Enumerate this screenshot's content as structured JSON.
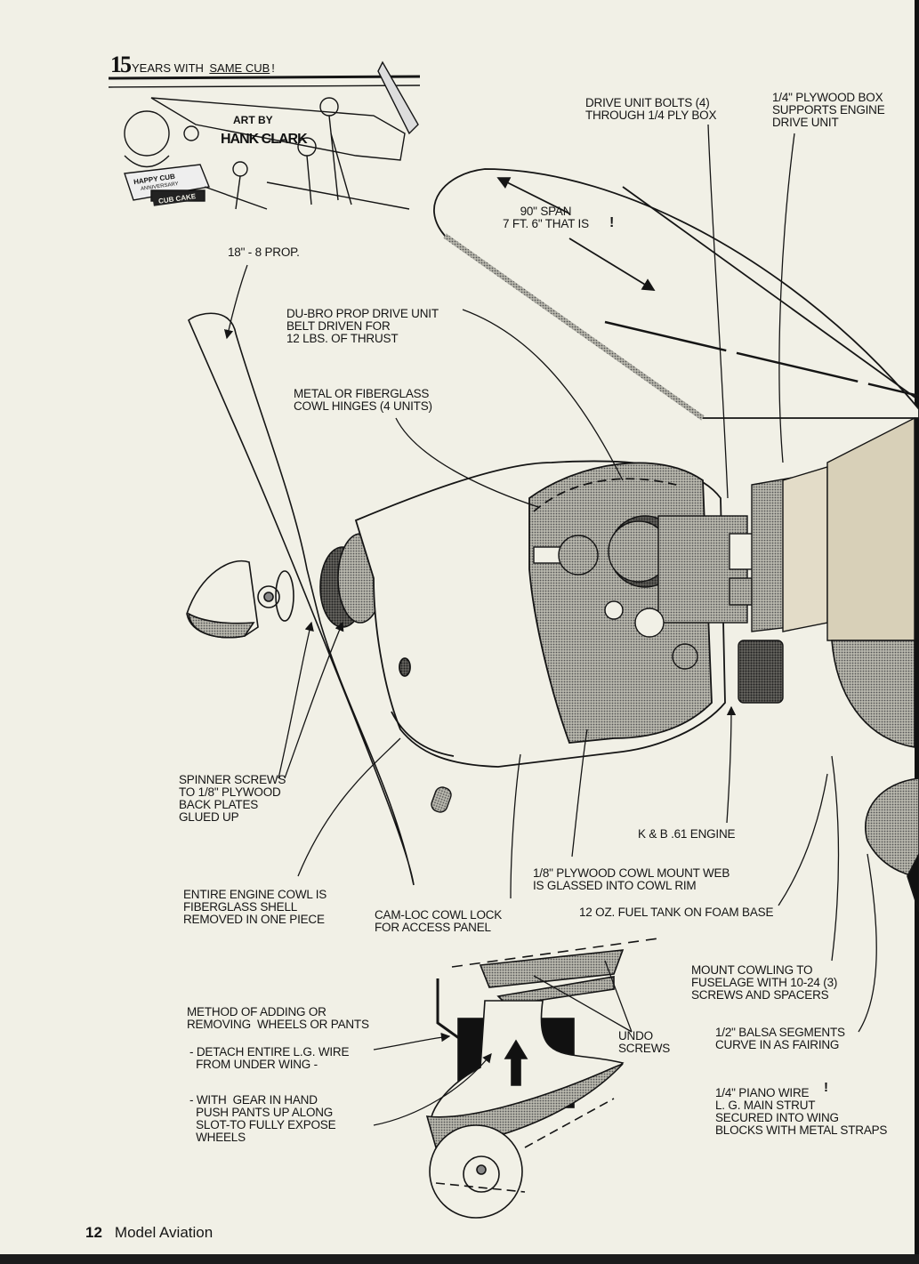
{
  "cartoon": {
    "title_number": "15",
    "title_text_prefix": "YEARS WITH",
    "title_text_underlined": "SAME CUB",
    "title_exclaim": "!",
    "art_by": "ART BY",
    "artist": "HANK CLARK",
    "cake_line1": "HAPPY CUB",
    "cake_line2": "ANNIVERSARY",
    "cake_line3": "CUB CAKE"
  },
  "labels": {
    "drive_unit_bolts": "DRIVE UNIT BOLTS (4)\nTHROUGH 1/4 PLY BOX",
    "plywood_box": "1/4\" PLYWOOD BOX\nSUPPORTS ENGINE\nDRIVE UNIT",
    "span": "90\" SPAN\n7 FT. 6\" THAT IS",
    "span_exclaim": "!",
    "prop": "18\" - 8 PROP.",
    "drive_unit": "DU-BRO PROP DRIVE UNIT\nBELT DRIVEN FOR\n12 LBS. OF THRUST",
    "cowl_hinges": "METAL OR FIBERGLASS\nCOWL HINGES (4 UNITS)",
    "spinner_screws": "SPINNER SCREWS\nTO 1/8\" PLYWOOD\nBACK PLATES\nGLUED UP",
    "engine": "K & B .61 ENGINE",
    "cowl_mount_web": "1/8\" PLYWOOD COWL MOUNT WEB\nIS GLASSED INTO COWL RIM",
    "engine_cowl": "ENTIRE ENGINE COWL IS\nFIBERGLASS SHELL\nREMOVED IN ONE PIECE",
    "cam_loc": "CAM-LOC COWL LOCK\nFOR ACCESS PANEL",
    "fuel_tank": "12 OZ. FUEL TANK ON FOAM BASE",
    "mount_cowling": "MOUNT COWLING TO\nFUSELAGE WITH 10-24 (3)\nSCREWS AND SPACERS",
    "method": "METHOD OF ADDING OR\nREMOVING  WHEELS OR PANTS",
    "detach": "- DETACH ENTIRE L.G. WIRE\n  FROM UNDER WING -",
    "with_gear": "- WITH  GEAR IN HAND\n  PUSH PANTS UP ALONG\n  SLOT-TO FULLY EXPOSE\n  WHEELS",
    "undo_screws": "UNDO\nSCREWS",
    "balsa_segments": "1/2\" BALSA SEGMENTS\nCURVE IN AS FAIRING",
    "piano_wire": "1/4\" PIANO WIRE\nL. G. MAIN STRUT\nSECURED INTO WING\nBLOCKS WITH METAL STRAPS",
    "piano_wire_exclaim": "!"
  },
  "footer": {
    "page_number": "12",
    "publication": "Model Aviation"
  },
  "colors": {
    "paper": "#f1f0e6",
    "ink": "#151515",
    "halftone": "#8a8a86"
  }
}
